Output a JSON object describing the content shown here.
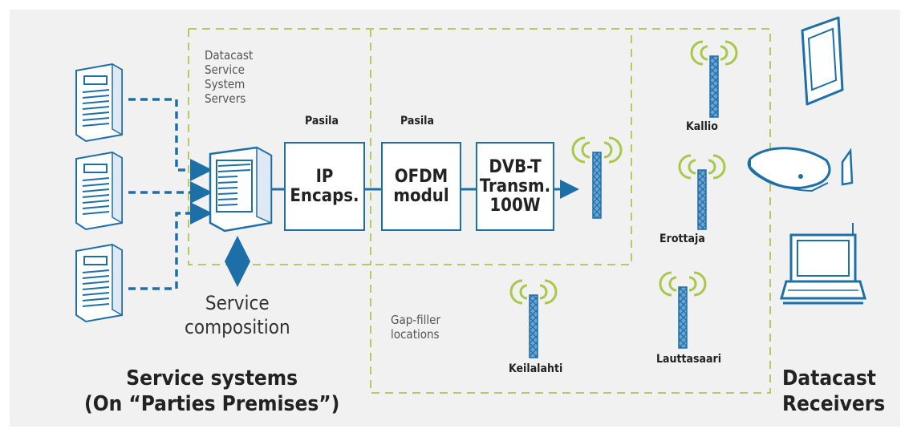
{
  "labels": {
    "servers_label": "Datacast\nService\nSystem\nServers",
    "pasila_1": "Pasila",
    "pasila_2": "Pasila",
    "box_ip": "IP\nEncaps.",
    "box_ofdm": "OFDM\nmodul",
    "box_dvbt": "DVB-T\nTransm.\n100W",
    "service_composition": "Service\ncomposition",
    "gap_filler": "Gap-filler\nlocations",
    "kallio": "Kallio",
    "erottaja": "Erottaja",
    "keilalahti": "Keilalahti",
    "lauttasaari": "Lauttasaari",
    "service_systems": "Service systems\n(On “Parties Premises”)",
    "datacast_receivers": "Datacast\nReceivers"
  },
  "colors": {
    "line_blue": "#1d6fa8",
    "dash_green": "#b8c960",
    "antenna_green": "#a8c84a",
    "background": "#f1f1f1"
  },
  "icons": [
    "server-icon",
    "antenna-icon",
    "tablet-icon",
    "router-icon",
    "laptop-icon",
    "double-arrow-icon"
  ]
}
